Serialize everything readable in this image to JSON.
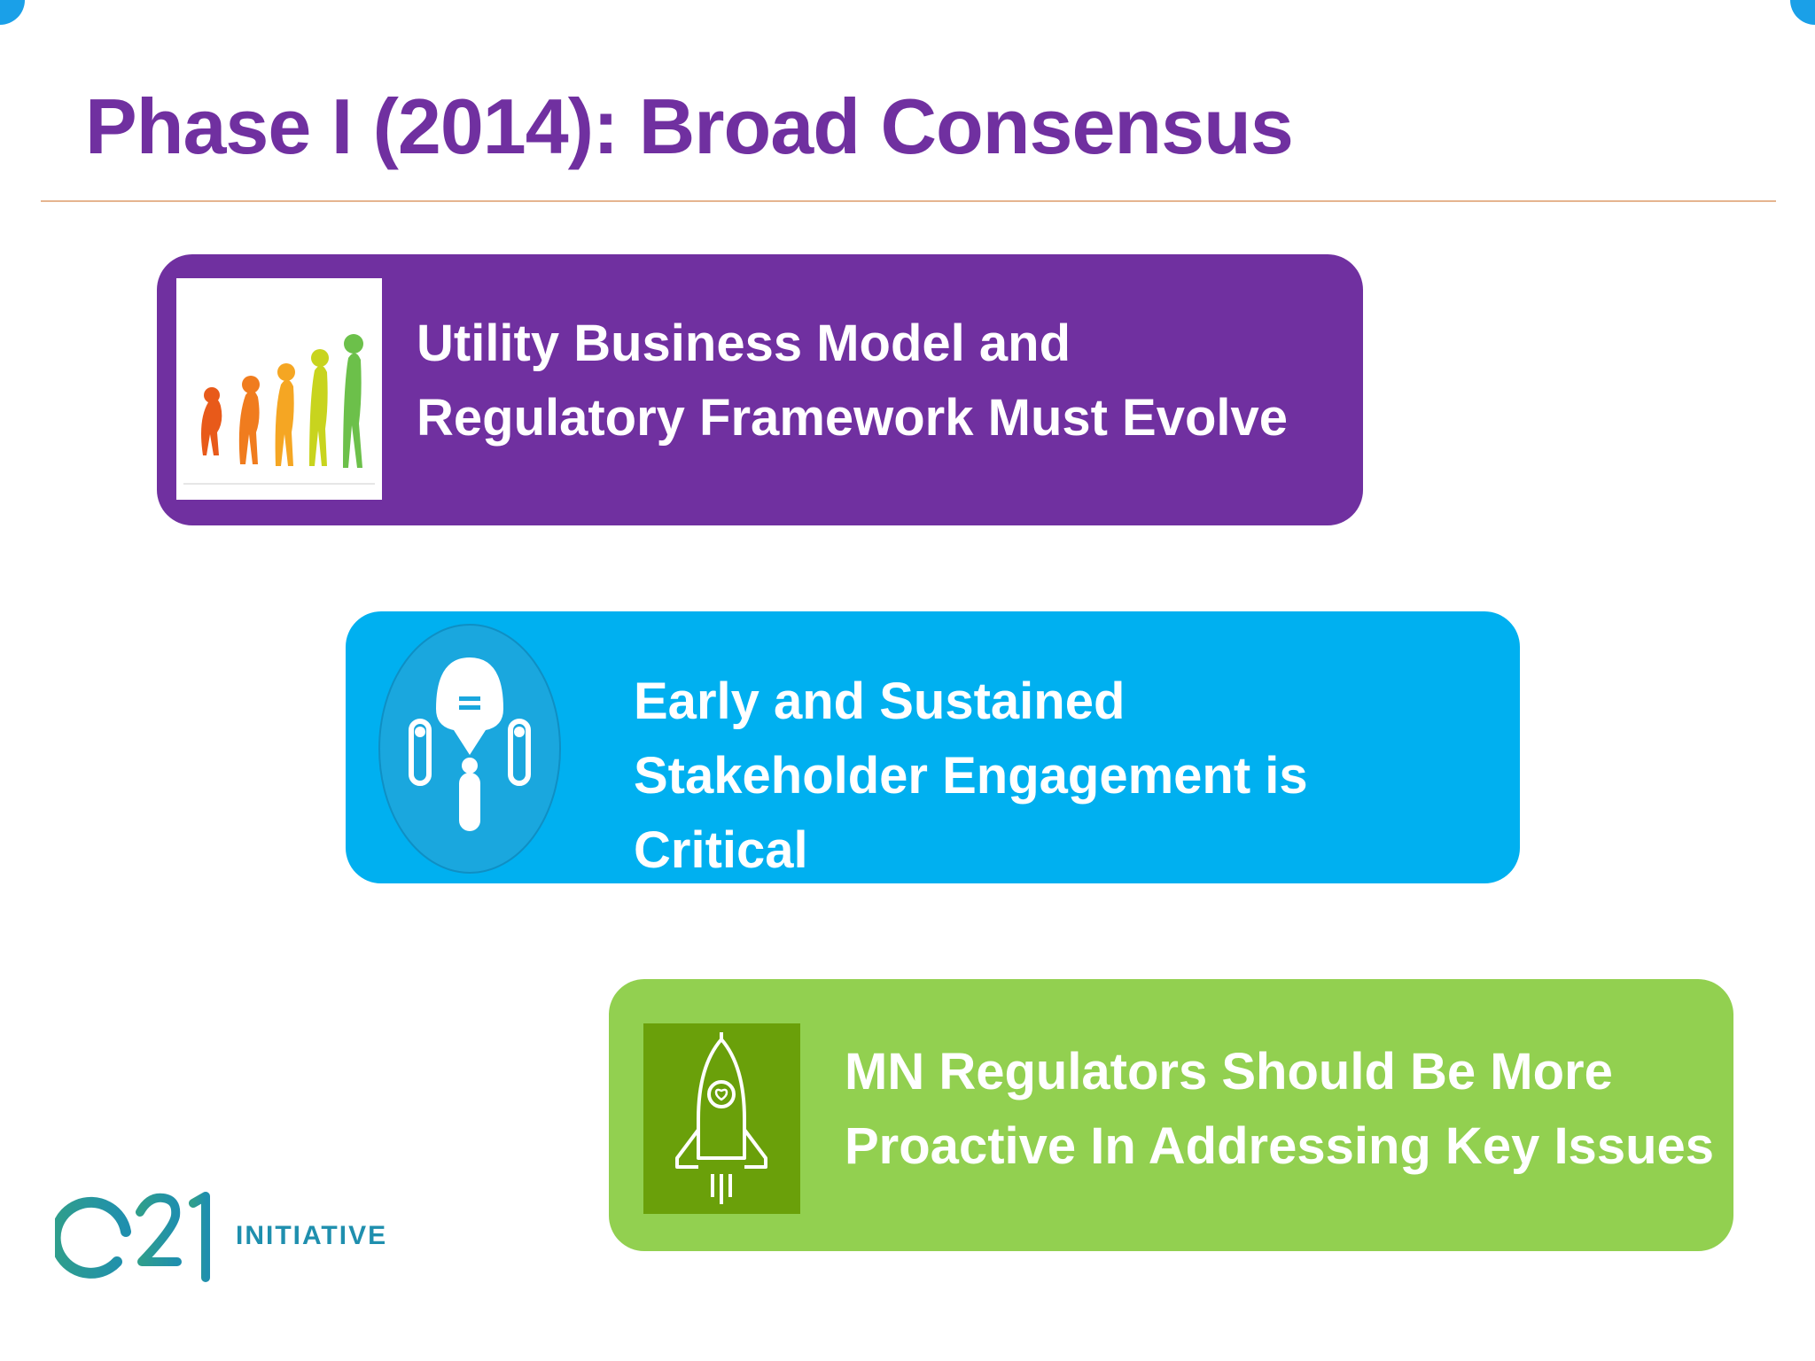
{
  "slide": {
    "title": "Phase I (2014): Broad Consensus",
    "cards": [
      {
        "lines": [
          "Utility Business Model and",
          "Regulatory Framework Must Evolve"
        ],
        "color": "#7030a0",
        "icon": "human-evolution-icon"
      },
      {
        "lines": [
          "Early and Sustained",
          "Stakeholder Engagement is",
          "Critical"
        ],
        "color": "#00b0f0",
        "icon": "stakeholder-group-icon"
      },
      {
        "lines": [
          "MN Regulators Should Be More",
          "Proactive In Addressing Key Issues"
        ],
        "color": "#92d050",
        "icon": "rocket-icon"
      }
    ],
    "logo": {
      "mark": "e21",
      "text": "INITIATIVE",
      "color": "#1f8fae"
    },
    "title_color": "#7030a0"
  }
}
